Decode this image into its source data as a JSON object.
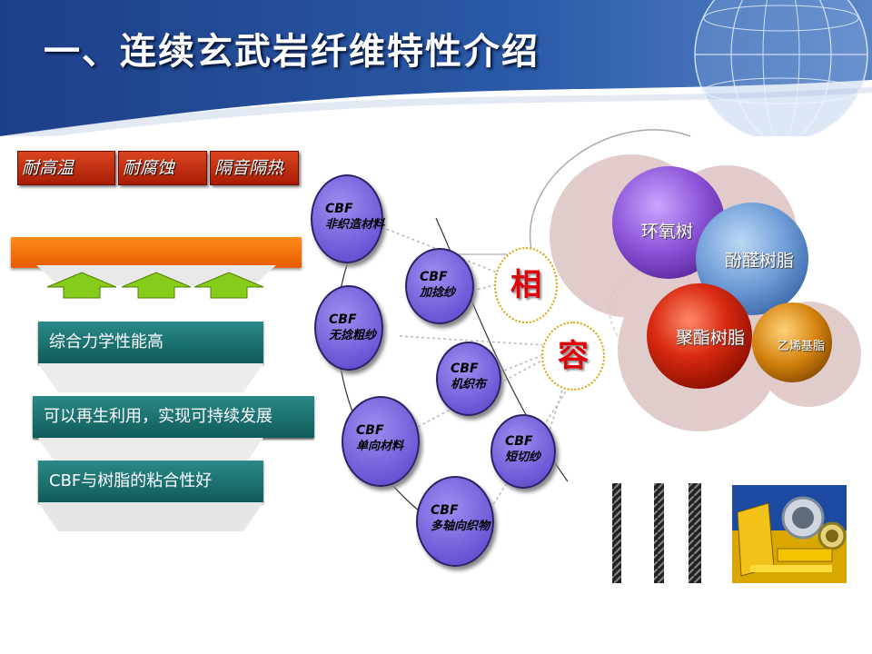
{
  "header": {
    "title": "一、连续玄武岩纤维特性介绍"
  },
  "property_tags": [
    "耐高温",
    "耐腐蚀",
    "隔音隔热"
  ],
  "advantages": [
    "综合力学性能高",
    "可以再生利用，实现可持续发展",
    "CBF与树脂的粘合性好"
  ],
  "products": [
    {
      "code": "CBF",
      "name": "非织造材料"
    },
    {
      "code": "CBF",
      "name": "加捻纱"
    },
    {
      "code": "CBF",
      "name": "无捻粗纱"
    },
    {
      "code": "CBF",
      "name": "机织布"
    },
    {
      "code": "CBF",
      "name": "单向材料"
    },
    {
      "code": "CBF",
      "name": "短切纱"
    },
    {
      "code": "CBF",
      "name": "多轴向织物"
    }
  ],
  "compatibility": [
    "相",
    "容"
  ],
  "resins": [
    "环氧树",
    "酚醛树脂",
    "聚酯树脂",
    "乙烯基脂"
  ],
  "colors": {
    "header_blue": "#1c3f8c",
    "tag_red": "#c0300f",
    "orange_bar": "#f07300",
    "teal_box": "#166e6d",
    "arrow_green": "#7dc400",
    "cbf_purple": "#7b68e0",
    "compat_red": "#e0000a"
  }
}
